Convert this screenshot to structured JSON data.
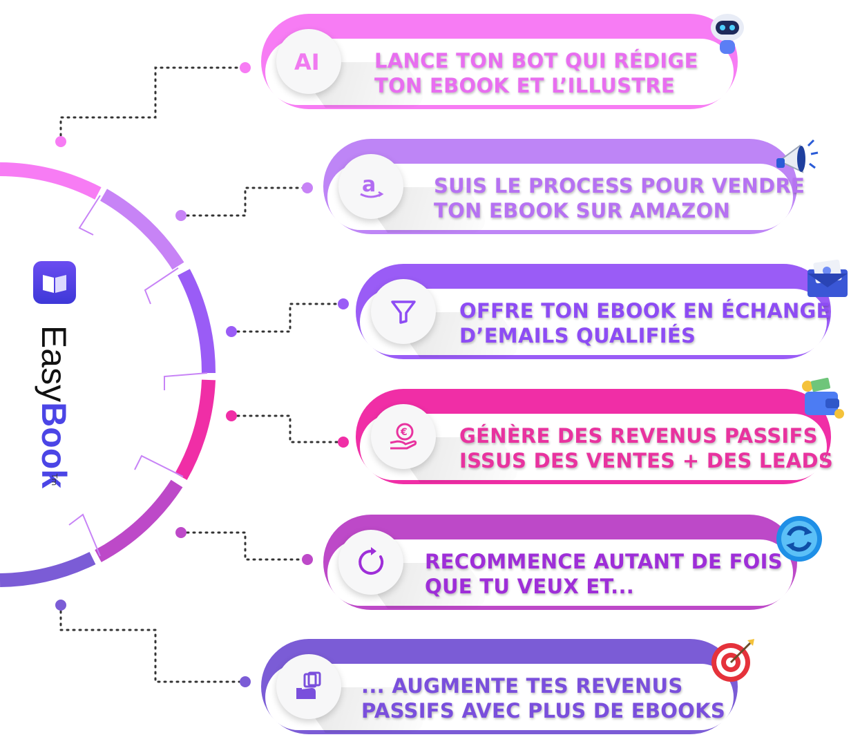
{
  "brand": {
    "name_part1": "Easy",
    "name_part2": "Book",
    "tm": "Tm"
  },
  "steps": [
    {
      "line1": "LANCE TON BOT QUI RÉDIGE",
      "line2": "TON EBOOK ET L’ILLUSTRE",
      "icon": "ai-icon",
      "badge": "robot-icon",
      "color": "#f77cf4",
      "text_color": "#e86ef0"
    },
    {
      "line1": "SUIS LE PROCESS POUR VENDRE",
      "line2": "TON EBOOK SUR AMAZON",
      "icon": "amazon-icon",
      "badge": "megaphone-icon",
      "color": "#be85f6",
      "text_color": "#b672f2"
    },
    {
      "line1": "OFFRE TON EBOOK EN ÉCHANGE",
      "line2": "D’EMAILS QUALIFIÉS",
      "icon": "funnel-icon",
      "badge": "envelope-icon",
      "color": "#9a5cf6",
      "text_color": "#8d4cf4"
    },
    {
      "line1": "GÉNÈRE DES REVENUS PASSIFS",
      "line2": "ISSUS DES VENTES + DES LEADS",
      "icon": "euro-hand-icon",
      "badge": "wallet-icon",
      "color": "#f02ea6",
      "text_color": "#e8339f"
    },
    {
      "line1": "RECOMMENCE AUTANT DE FOIS",
      "line2": "QUE TU VEUX ET...",
      "icon": "refresh-icon",
      "badge": "sync-icon",
      "color": "#bd49c8",
      "text_color": "#9e2ed8"
    },
    {
      "line1": "... AUGMENTE TES REVENUS",
      "line2": "PASSIFS AVEC PLUS DE EBOOKS",
      "icon": "books-hand-icon",
      "badge": "target-icon",
      "color": "#7b5cd6",
      "text_color": "#7a4fdc"
    }
  ]
}
